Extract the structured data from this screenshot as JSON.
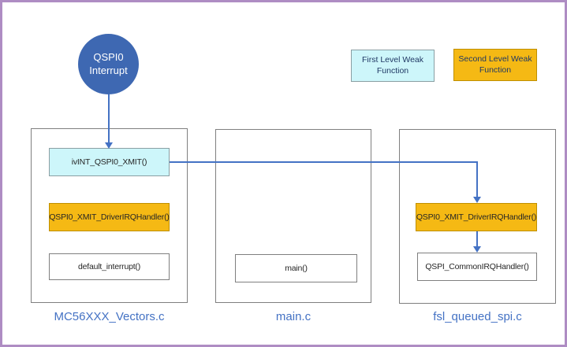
{
  "interrupt_node": {
    "label": "QSPI0\nInterrupt"
  },
  "legend": {
    "first_level": {
      "label": "First Level Weak\nFunction"
    },
    "second_level": {
      "label": "Second Level Weak\nFunction"
    }
  },
  "files": [
    {
      "name": "MC56XXX_Vectors.c",
      "functions": [
        {
          "label": "ivINT_QSPI0_XMIT()",
          "level": "first"
        },
        {
          "label": "QSPI0_XMIT_DriverIRQHandler()",
          "level": "second"
        },
        {
          "label": "default_interrupt()",
          "level": "none"
        }
      ]
    },
    {
      "name": "main.c",
      "functions": [
        {
          "label": "main()",
          "level": "none"
        }
      ]
    },
    {
      "name": "fsl_queued_spi.c",
      "functions": [
        {
          "label": "QSPI0_XMIT_DriverIRQHandler()",
          "level": "second"
        },
        {
          "label": "QSPI_CommonIRQHandler()",
          "level": "none"
        }
      ]
    }
  ],
  "colors": {
    "first_level_fill": "#CDF6FA",
    "first_level_border": "#8A9FA3",
    "second_level_fill": "#F5B914",
    "second_level_border": "#BF8F00",
    "interrupt_circle_fill": "#3E68B2",
    "connector": "#4472C4",
    "file_label_text": "#4472C4",
    "frame_border": "#AE8CC3",
    "container_border": "#7F7F7F"
  }
}
